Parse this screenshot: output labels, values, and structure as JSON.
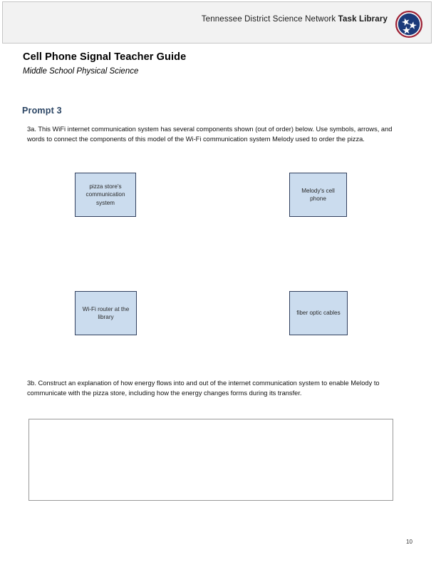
{
  "header": {
    "title_regular": "Tennessee District Science Network ",
    "title_bold": "Task Library",
    "logo_name": "tennessee-tri-star-logo",
    "background_color": "#f2f2f2",
    "border_color": "#c6c6c6"
  },
  "document": {
    "title": "Cell Phone Signal Teacher Guide",
    "subtitle": "Middle School Physical Science"
  },
  "prompt": {
    "heading": "Prompt 3",
    "heading_color": "#2b4564",
    "item_3a": "3a.  This WiFi internet communication system has several components shown (out of order) below.  Use symbols, arrows, and words to connect the components of this model of the Wi-Fi communication system Melody used to order the pizza.",
    "item_3b": "3b. Construct an explanation of how energy flows into and out of the internet communication system to enable Melody to communicate with the pizza store, including how the energy changes forms during its transfer."
  },
  "components": {
    "fill_color": "#cbdcee",
    "border_color": "#31405f",
    "boxes": [
      {
        "id": "pizza-store",
        "label": "pizza store's communication system"
      },
      {
        "id": "melody-cell-phone",
        "label": "Melody's cell phone"
      },
      {
        "id": "wifi-router",
        "label": "Wi-Fi router at the library"
      },
      {
        "id": "fiber-optic-cables",
        "label": "fiber optic cables"
      }
    ]
  },
  "answer_area": {
    "value": "",
    "placeholder": "",
    "border_color": "#9a9a9a"
  },
  "footer": {
    "page_number": "10"
  }
}
